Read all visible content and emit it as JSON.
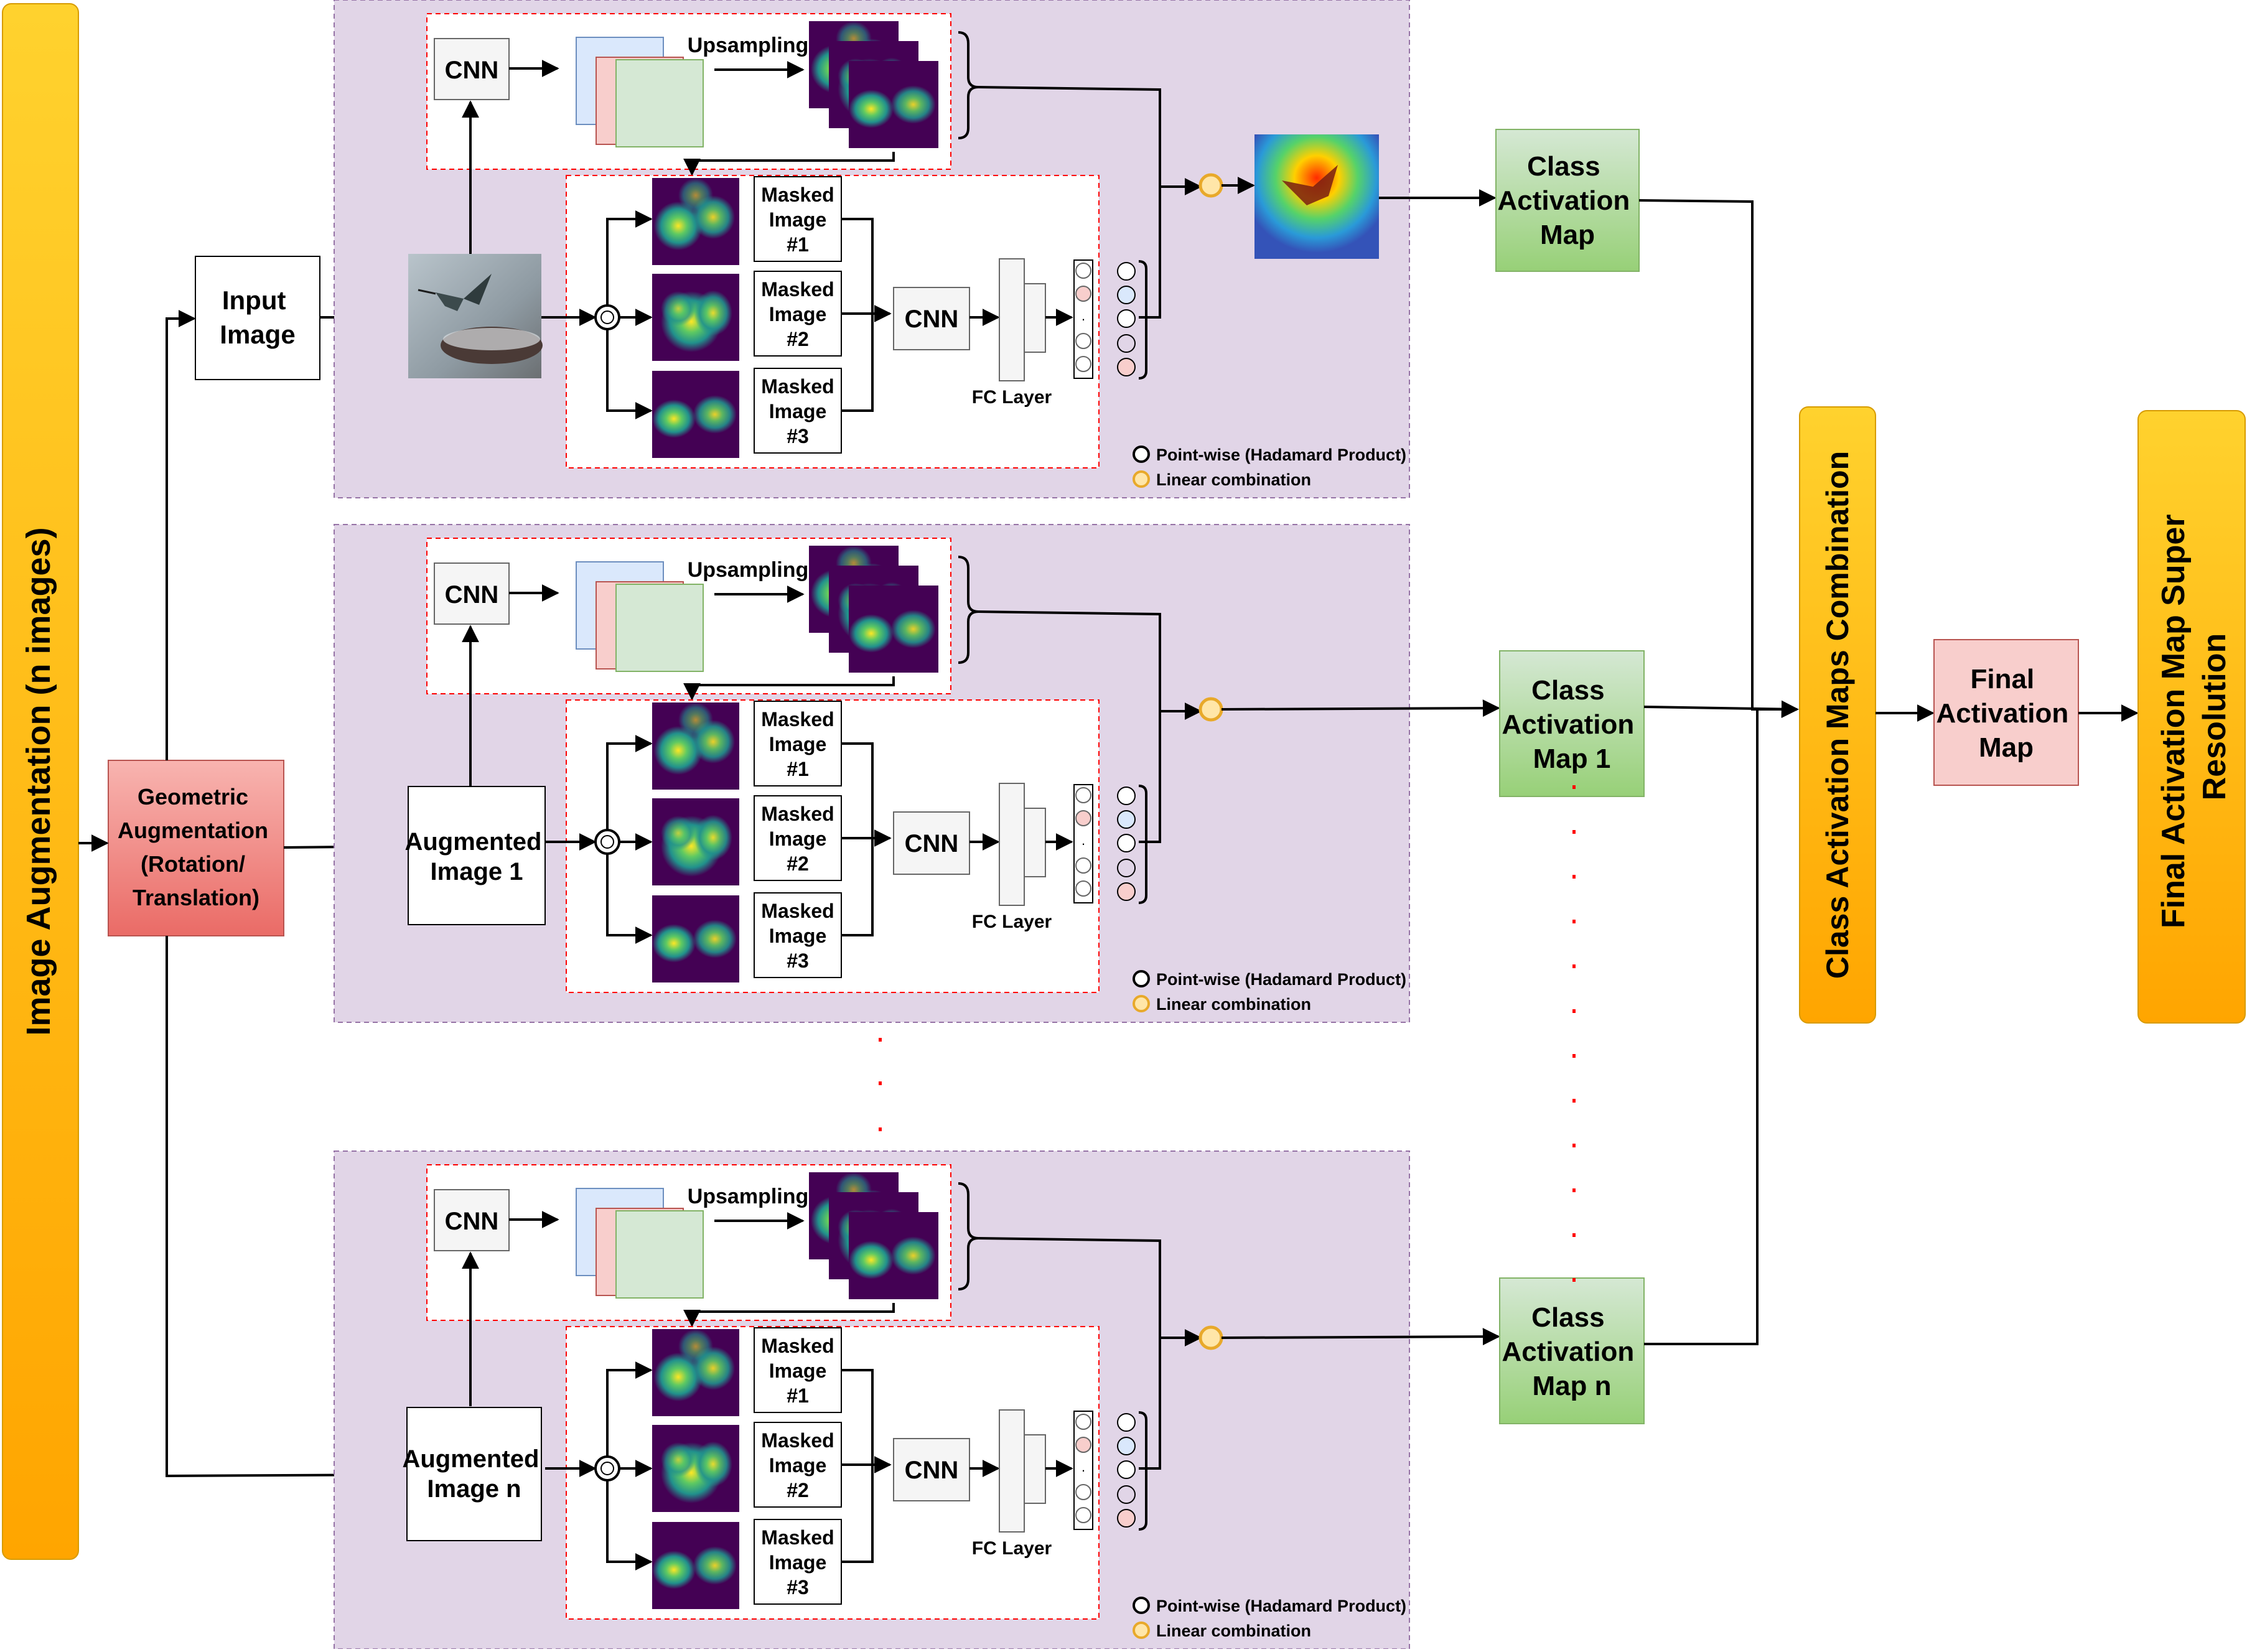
{
  "left_bar_title": "Image Augmentation (n images)",
  "geometric_augmentation": [
    "Geometric",
    "Augmentation",
    "(Rotation/",
    "Translation)"
  ],
  "input_image_label": [
    "Input",
    "Image"
  ],
  "augmented_image_1_label": [
    "Augmented",
    "Image 1"
  ],
  "augmented_image_n_label": [
    "Augmented",
    "Image n"
  ],
  "cnn_label": "CNN",
  "upsampling_label": "Upsampling",
  "masked_images": [
    [
      "Masked",
      "Image",
      "#1"
    ],
    [
      "Masked",
      "Image",
      "#2"
    ],
    [
      "Masked",
      "Image",
      "#3"
    ]
  ],
  "fc_layer_label": "FC Layer",
  "legend": {
    "pointwise": "Point-wise (Hadamard Product)",
    "linear": "Linear combination"
  },
  "class_activation_map": [
    "Class",
    "Activation",
    "Map"
  ],
  "class_activation_map_1": [
    "Class",
    "Activation",
    "Map 1"
  ],
  "class_activation_map_n": [
    "Class",
    "Activation",
    "Map n"
  ],
  "class_activation_maps_combination": "Class Activation Maps Combination",
  "final_activation_map": [
    "Final",
    "Activation",
    "Map"
  ],
  "final_super_resolution": [
    "Final Activation Map Super",
    "Resolution"
  ],
  "colors": {
    "orange_bar": "#ffa500",
    "panel_purple": "#e1d5e7",
    "red_box": "#f08080",
    "green_box": "#97d077",
    "pink_box": "#f8cecc",
    "dashed_red": "#ff0000",
    "linear_dot": "#f5b942"
  }
}
